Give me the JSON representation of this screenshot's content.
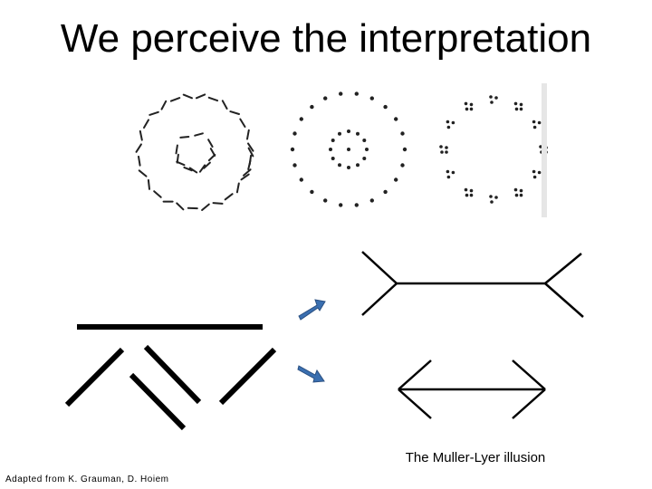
{
  "slide": {
    "title": "We perceive the interpretation",
    "caption": "The Muller-Lyer illusion",
    "credit": "Adapted from K. Grauman, D. Hoiem"
  },
  "colors": {
    "ink": "#000000",
    "arrow": "#3a6fb0",
    "dots": "#222222"
  },
  "icons": {
    "arrow_upper": "blue-arrow-icon",
    "arrow_lower": "blue-arrow-icon"
  }
}
